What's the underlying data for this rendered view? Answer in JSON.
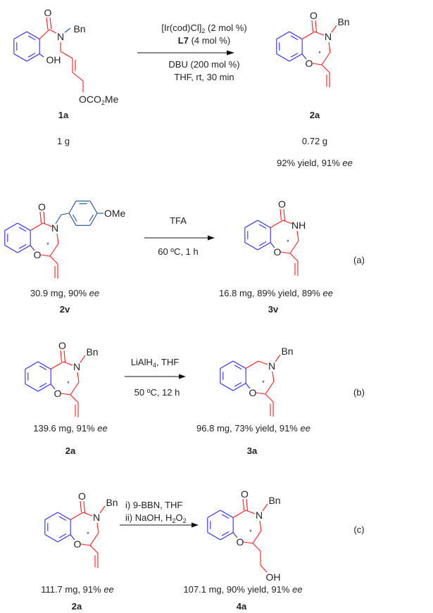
{
  "atoms": {
    "O": "O",
    "N": "N",
    "NH": "NH",
    "Bn": "Bn",
    "OH": "OH",
    "OMe": "OMe",
    "star": "*",
    "OCO": "OCO",
    "two": "2",
    "Me": "Me"
  },
  "top": {
    "reagents": {
      "l1_main": "[Ir(cod)Cl]",
      "l1_sub": "2",
      "l1_rest": " (2 mol %)",
      "l2_bold": "L7",
      "l2_rest": " (4 mol %)",
      "l3": "DBU (200 mol %)",
      "l4": "THF, rt, 30 min"
    },
    "start": {
      "label": "1a",
      "amount": "1 g"
    },
    "product": {
      "label": "2a",
      "amount": "0.72 g",
      "yield": "92% yield, 91% ",
      "ee": "ee"
    }
  },
  "a": {
    "tag": "(a)",
    "reagent_above": "TFA",
    "reagent_below": "60 ºC, 1 h",
    "start": {
      "label": "2v",
      "caption": "30.9 mg, 90% ",
      "ee": "ee"
    },
    "product": {
      "label": "3v",
      "caption": "16.8 mg, 89% yield, 89% ",
      "ee": "ee"
    }
  },
  "b": {
    "tag": "(b)",
    "reagent_above_main": "LiAlH",
    "reagent_above_sub": "4",
    "reagent_above_rest": ", THF",
    "reagent_below": "50 ºC, 12 h",
    "start": {
      "label": "2a",
      "caption": "139.6 mg, 91% ",
      "ee": "ee"
    },
    "product": {
      "label": "3a",
      "caption": "96.8 mg, 73% yield, 91% ",
      "ee": "ee"
    }
  },
  "c": {
    "tag": "(c)",
    "step1": "i)  9-BBN, THF",
    "step2_main": "ii) NaOH, H",
    "step2_sub1": "2",
    "step2_mid": "O",
    "step2_sub2": "2",
    "start": {
      "label": "2a",
      "caption": "111.7  mg, 91% ",
      "ee": "ee"
    },
    "product": {
      "label": "4a",
      "caption": "107.1 mg, 90% yield, 91% ",
      "ee": "ee"
    }
  },
  "colors": {
    "core_red": "#ff1a1a",
    "benzene_blue": "#2a2aff",
    "substituent_blue": "#1f4f9f"
  }
}
